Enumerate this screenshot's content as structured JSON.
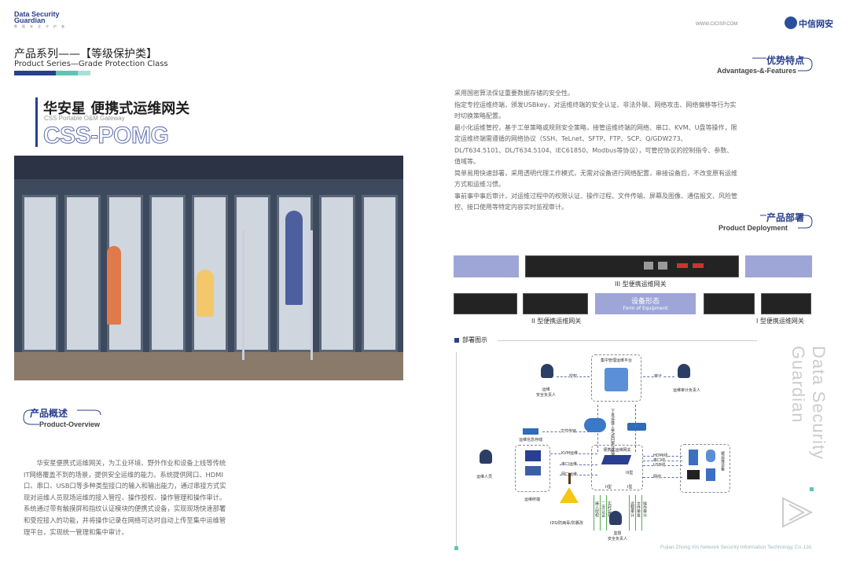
{
  "brand": {
    "name_en": "Data Security Guardian",
    "name_cn": "数据安全守护者",
    "url": "WWW.CICISP.COM",
    "company_logo": "中信网安",
    "company_logo_subtitle": "",
    "footer": "Fujian Zhong Xin Network Security Information Technology Co.,Ltd.",
    "vertical_watermark": "Data Security Guardian"
  },
  "series": {
    "title_cn": "产品系列——【等级保护类】",
    "title_en": "Product Series—Grade Protection Class",
    "bar_colors": [
      "#2a3f8f",
      "#5cc6b4",
      "#a8e0d6"
    ]
  },
  "product": {
    "title_cn": "华安星 便携式运维网关",
    "title_en": "CSS Portable O&M Gateway",
    "model": "CSS-POMG"
  },
  "overview": {
    "heading_cn": "产品概述",
    "heading_en": "Product-Overview",
    "text": "华安星便携式运维网关，为工业环境、野外作业和设备上线等传统IT网络覆盖不到的场景，提供安全运维的能力。系统提供网口、HDMI口、串口、USB口等多种类型接口的输入和输出能力，通过串接方式实现对运维人员现场运维的接入管控、操作授权、操作管理和操作审计。系统通过带有触摸屏和指纹认证模块的便携式设备，实现现场快速部署和受控接入的功能，并将操作记录在网络可达时自动上传至集中运维管理平台，实现统一管理和集中审计。"
  },
  "features": {
    "heading_cn": "优势特点",
    "heading_en": "Advantages-&-Features",
    "items": [
      "采用国密算法保证重要数据存储的安全性。",
      "指定专控运维终端，颁发USBkey，对运维终端的安全认证、非法外联、网络攻击、网络偏移等行为实时切换策略配置。",
      "最小化运维管控，基于工单策略或规则安全策略，接管运维终端的网络、串口、KVM、U盘等操作，限定运维终端需遵循的网络协议（SSH、TeLnet、SFTP、FTP、SCP、Q/GDW273、DL/T634.5101、DL/T634.5104、IEC61850、Modbus等协议），可管控协议的控制指令、参数、值域等。",
      "简单易用快速部署，采用透明代理工作模式，无需对设备进行网络配置，串接设备后，不改变原有运维方式和运维习惯。",
      "事前事中事后审计，对运维过程中的权限认证、操作过程、文件传输、屏幕及图像、通信报文、风险管控、接口使用等特定内容实时监视审计。"
    ]
  },
  "deployment": {
    "heading_cn": "产品部署",
    "heading_en": "Product Deployment",
    "type3": "III 型便携运维网关",
    "type2": "II 型便携运维网关",
    "type1": "I 型便携运维网关",
    "form_cn": "设备形态",
    "form_en": "Form of Equipment",
    "diagram_title": "部署图示",
    "diagram": {
      "platform": "集中管理运维平台",
      "authorize": "授权",
      "audit": "审计",
      "ops_owner": "运维\n安全负责人",
      "audit_owner": "运维审计负责人",
      "dispatch": "下发运维工单/返回审计数据",
      "storage": "运维信息存储",
      "file_transfer": "文件传输",
      "operator": "运维人员",
      "terminal": "运维终端",
      "kvm": "KVM运维",
      "serial": "串口运维",
      "net": "网口运维",
      "gateway": "便携式运维网关",
      "t3": "III型",
      "t2": "II型",
      "t1": "I型",
      "hdmi": "HDMI线",
      "serial_line": "串口线",
      "usb": "USB线",
      "net_line": "网线",
      "target": "被运维设备",
      "ids": "IDS/防病毒/防篡改",
      "up_labels": [
        "接入授权",
        "二次认证",
        "实时监控"
      ],
      "down_labels": [
        "远程审计",
        "文件审批",
        "操作审计"
      ],
      "supervisor": "监督\n安全负责人"
    }
  }
}
